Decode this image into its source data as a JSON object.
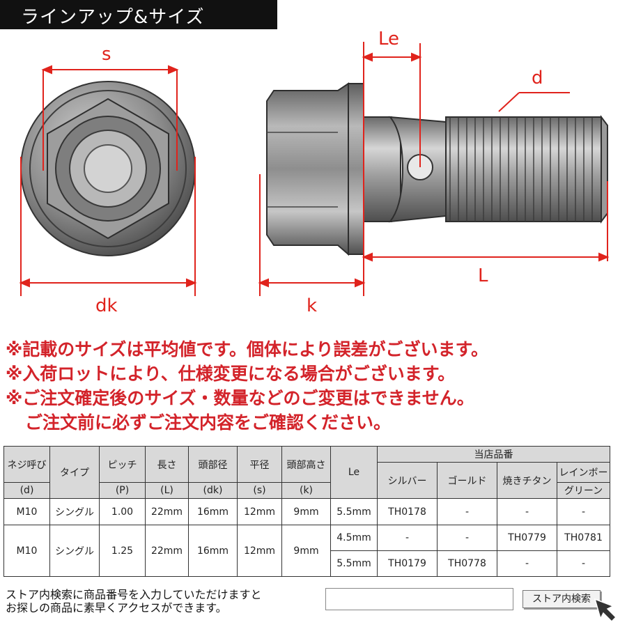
{
  "header": {
    "title": "ラインアップ&サイズ"
  },
  "dimension_labels": {
    "s": "s",
    "dk": "dk",
    "k": "k",
    "le": "Le",
    "d": "d",
    "l": "L"
  },
  "notes": [
    "※記載のサイズは平均値です。個体により誤差がございます。",
    "※入荷ロットにより、仕様変更になる場合がございます。",
    "※ご注文確定後のサイズ・数量などのご変更はできません。",
    "ご注文前に必ずご注文内容をご確認ください。"
  ],
  "table": {
    "headers": {
      "thread": "ネジ呼び",
      "thread_sym": "(d)",
      "type": "タイプ",
      "pitch": "ピッチ",
      "pitch_sym": "(P)",
      "length": "長さ",
      "length_sym": "(L)",
      "head_dia": "頭部径",
      "head_dia_sym": "(dk)",
      "flat": "平径",
      "flat_sym": "(s)",
      "head_height": "頭部高さ",
      "head_height_sym": "(k)",
      "le": "Le",
      "store_numbers": "当店品番",
      "silver": "シルバー",
      "gold": "ゴールド",
      "burnt_titanium": "焼きチタン",
      "rainbow_line1": "レインボー",
      "rainbow_line2": "グリーン"
    },
    "rows": [
      {
        "d": "M10",
        "type": "シングル",
        "pitch": "1.00",
        "length": "22mm",
        "dk": "16mm",
        "s": "12mm",
        "k": "9mm",
        "le": "5.5mm",
        "silver": "TH0178",
        "gold": "-",
        "burnt": "-",
        "rainbow": "-"
      },
      {
        "d": "M10",
        "type": "シングル",
        "pitch": "1.25",
        "length": "22mm",
        "dk": "16mm",
        "s": "12mm",
        "k": "9mm",
        "le": "4.5mm",
        "silver": "-",
        "gold": "-",
        "burnt": "TH0779",
        "rainbow": "TH0781"
      },
      {
        "le": "5.5mm",
        "silver": "TH0179",
        "gold": "TH0778",
        "burnt": "-",
        "rainbow": "-"
      }
    ]
  },
  "store_search": {
    "description_line1": "ストア内検索に商品番号を入力していただけますと",
    "description_line2": "お探しの商品に素早くアクセスができます。",
    "button_label": "ストア内検索",
    "input_value": ""
  },
  "colors": {
    "dimension": "#e0231c",
    "note": "#d3232a",
    "header_bg": "#111111",
    "table_header_bg": "#d9d9d9"
  }
}
